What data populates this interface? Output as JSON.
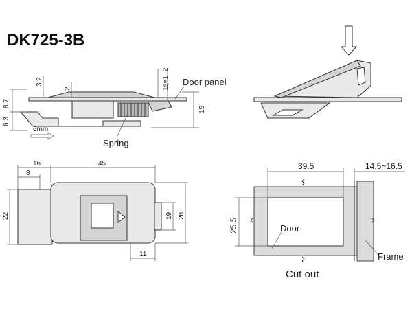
{
  "title": "DK725-3B",
  "side_view": {
    "label_door_panel": "Door panel",
    "label_spring": "Spring",
    "label_travel": "6mm",
    "dim_thickness": "1s=1~2",
    "dim_3_2": "3.2",
    "dim_2": "2",
    "dim_8_7": "8.7",
    "dim_6_3": "6.3",
    "dim_15": "15"
  },
  "front_view": {
    "dim_16": "16",
    "dim_45": "45",
    "dim_8": "8",
    "dim_22": "22",
    "dim_19": "19",
    "dim_28": "28",
    "dim_11": "11"
  },
  "cutout_view": {
    "dim_width": "39.5",
    "dim_height": "25.5",
    "dim_frame": "14.5~16.5",
    "label_door": "Door",
    "label_frame": "Frame",
    "caption": "Cut out"
  }
}
